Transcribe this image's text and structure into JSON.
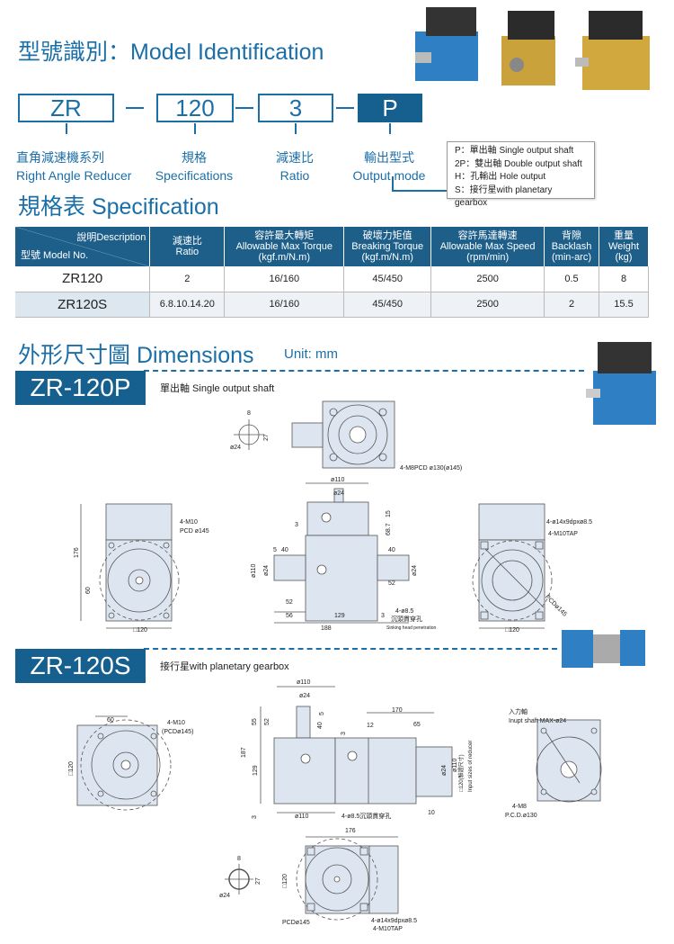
{
  "title": "型號識別：Model Identification",
  "code": {
    "parts": [
      "ZR",
      "120",
      "3",
      "P"
    ],
    "captions": [
      {
        "zh": "直角減速機系列",
        "en": "Right Angle Reducer"
      },
      {
        "zh": "規格",
        "en": "Specifications"
      },
      {
        "zh": "減速比",
        "en": "Ratio"
      },
      {
        "zh": "輸出型式",
        "en": "Output mode"
      }
    ],
    "legend": [
      "P：單出軸 Single output shaft",
      "2P：雙出軸 Double output shaft",
      "H：孔輸出 Hole output",
      "S：接行星with planetary gearbox"
    ]
  },
  "spec": {
    "title": "規格表 Specification",
    "corner": {
      "top": "說明Description",
      "bottom": "型號 Model No."
    },
    "headers": [
      {
        "zh": "減速比",
        "en": "Ratio",
        "unit": ""
      },
      {
        "zh": "容許最大轉矩",
        "en": "Allowable Max Torque",
        "unit": "(kgf.m/N.m)"
      },
      {
        "zh": "破壞力矩值",
        "en": "Breaking Torque",
        "unit": "(kgf.m/N.m)"
      },
      {
        "zh": "容許馬達轉速",
        "en": "Allowable Max Speed",
        "unit": "(rpm/min)"
      },
      {
        "zh": "背隙",
        "en": "Backlash",
        "unit": "(min-arc)"
      },
      {
        "zh": "重量",
        "en": "Weight",
        "unit": "(kg)"
      }
    ],
    "rows": [
      [
        "ZR120",
        "2",
        "16/160",
        "45/450",
        "2500",
        "0.5",
        "8"
      ],
      [
        "ZR120S",
        "6.8.10.14.20",
        "16/160",
        "45/450",
        "2500",
        "2",
        "15.5"
      ]
    ]
  },
  "dimensions": {
    "title": "外形尺寸圖 Dimensions",
    "unit": "Unit: mm",
    "p": {
      "banner": "ZR-120P",
      "subtitle": "單出軸 Single output shaft",
      "labels": [
        "8",
        "27",
        "ø24",
        "4-M8PCD ø130(ø145)",
        "176",
        "60",
        "4-M10",
        "PCD ø145",
        "□120",
        "ø110",
        "ø24",
        "15",
        "68.7",
        "3",
        "5",
        "40",
        "40",
        "ø110",
        "ø24",
        "ø24",
        "52",
        "52",
        "56",
        "129",
        "3",
        "188",
        "4-ø8.5",
        "沉頭貫穿孔",
        "Sinking head penetration",
        "4-ø14x9dpxø8.5",
        "4-M10TAP",
        "PCDø145",
        "□120"
      ]
    },
    "s": {
      "banner": "ZR-120S",
      "subtitle": "接行星with planetary gearbox",
      "labels": [
        "60",
        "4-M10",
        "(PCDø145)",
        "□120",
        "ø110",
        "ø24",
        "55",
        "52",
        "5",
        "40",
        "187",
        "129",
        "3",
        "3",
        "12",
        "170",
        "65",
        "ø24",
        "ø110",
        "□120(驗證尺寸)",
        "Input sizes of reducer",
        "ø110",
        "4-ø8.5沉頭貫穿孔",
        "10",
        "入力軸",
        "Inupt shaft MAX-ø24",
        "4-M8",
        "P.C.D.ø130",
        "8",
        "27",
        "ø24",
        "176",
        "□120",
        "PCDø145",
        "4-ø14x9dpxø8.5",
        "4-M10TAP"
      ]
    }
  },
  "colors": {
    "brand": "#1b6fa8",
    "banner": "#15608f",
    "drawing": "#dde6f0"
  }
}
